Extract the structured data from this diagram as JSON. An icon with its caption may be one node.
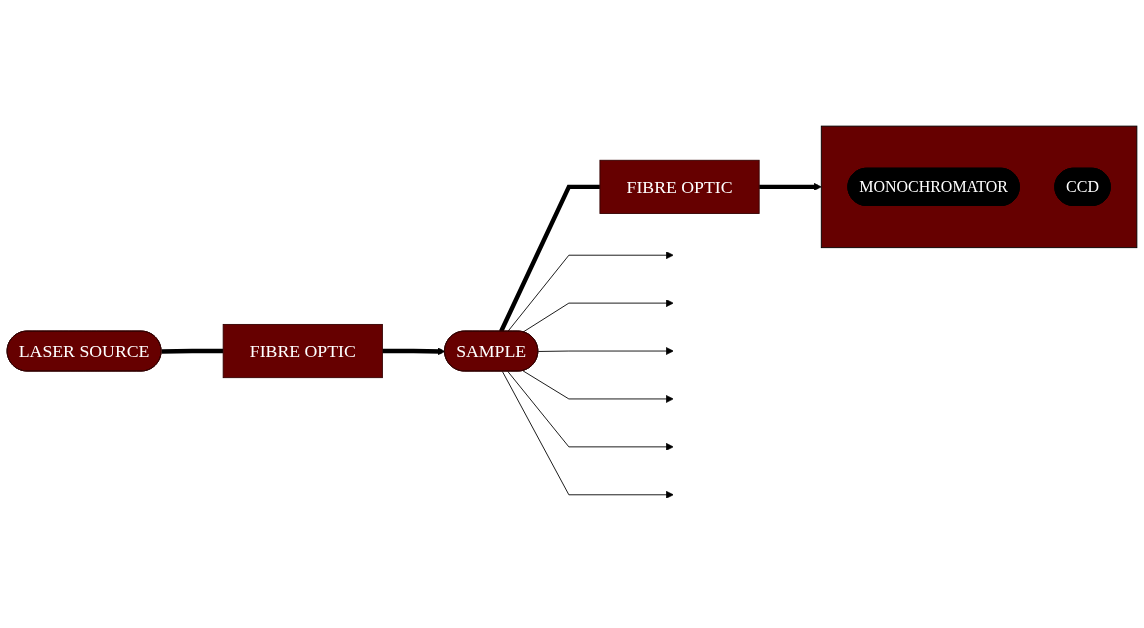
{
  "diagram": {
    "nodes": [
      {
        "text": [
          "LASER SOURCE"
        ]
      },
      {
        "text": [
          "FIBRE OPTIC"
        ]
      },
      {
        "text": [
          "SAMPLE"
        ]
      },
      {
        "text": [
          "FIBRE OPTIC"
        ]
      },
      {
        "text": [],
        "shape": "box"
      },
      {
        "text": [
          "MONOCHROMATOR"
        ],
        "in": 4
      },
      {
        "text": [
          "CCD"
        ],
        "in": 4
      }
    ],
    "edges": [
      {
        "from": 0,
        "to": 1,
        "arrow": "none",
        "style": "thick"
      },
      {
        "from": 1,
        "to": 2,
        "arrow": "to",
        "style": "thick"
      },
      {
        "from": 2,
        "to": 3,
        "arrow": "none",
        "style": "thick"
      },
      {
        "from": 3,
        "to": 4,
        "arrow": "to",
        "style": "thick"
      },
      {
        "from": 2,
        "to": null,
        "arrow": "to"
      },
      {
        "from": 2,
        "to": null,
        "arrow": "to"
      },
      {
        "from": 2,
        "to": null,
        "arrow": "to"
      },
      {
        "from": 2,
        "to": null,
        "arrow": "to"
      },
      {
        "from": 2,
        "to": null,
        "arrow": "to"
      },
      {
        "from": 2,
        "to": null,
        "arrow": "to"
      }
    ]
  }
}
